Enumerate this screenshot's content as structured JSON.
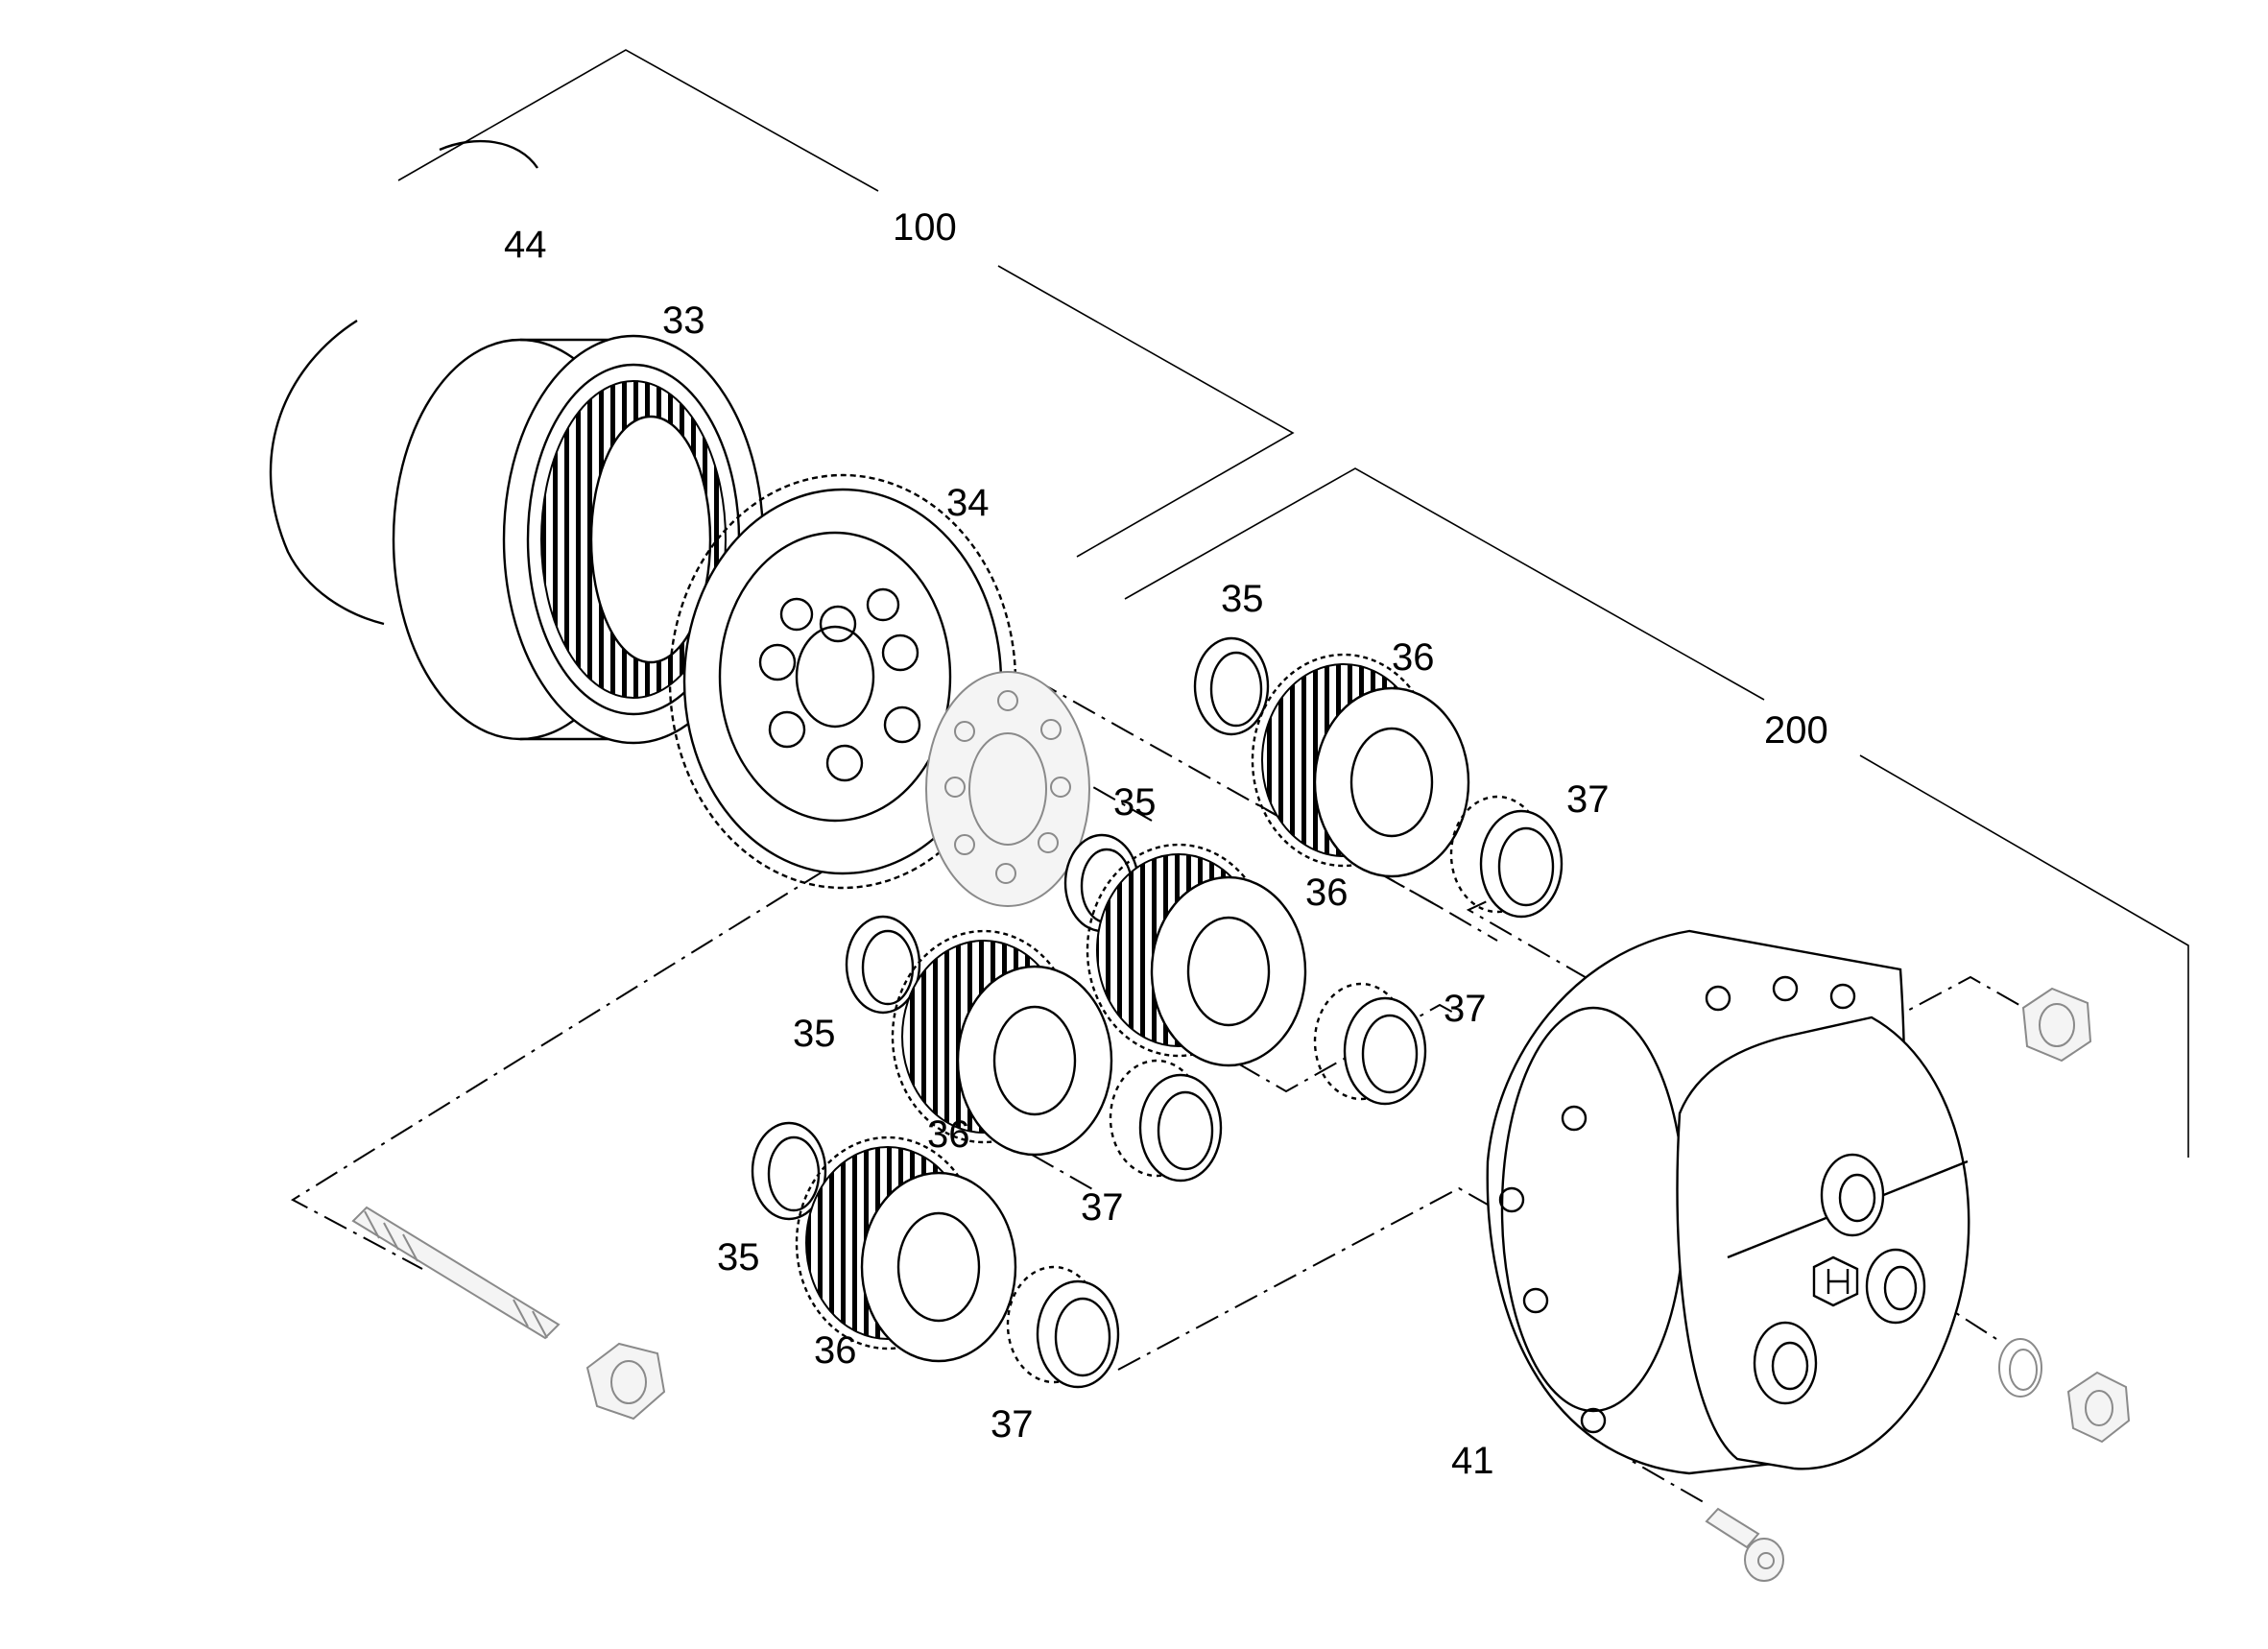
{
  "callouts": {
    "c100": "100",
    "c200": "200",
    "c44": "44",
    "c33": "33",
    "c34": "34",
    "c35a": "35",
    "c35b": "35",
    "c35c": "35",
    "c35d": "35",
    "c36a": "36",
    "c36b": "36",
    "c36c": "36",
    "c36d": "36",
    "c37a": "37",
    "c37b": "37",
    "c37c": "37",
    "c37d": "37",
    "c41": "41"
  },
  "icons": {
    "brand_logo": "stylized-ch-logo-on-hub"
  }
}
